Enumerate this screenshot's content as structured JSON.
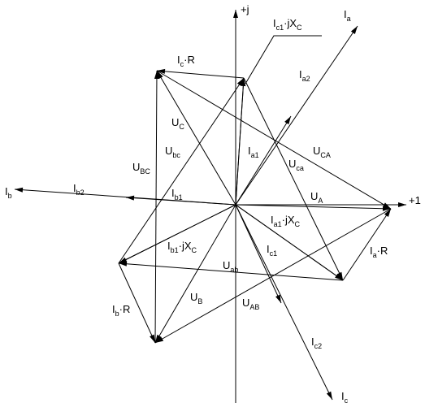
{
  "axes": {
    "real_label": "+1",
    "imag_label": "+j"
  },
  "labels": {
    "Ia": {
      "main": "I",
      "sub": "a"
    },
    "Ia2": {
      "main": "I",
      "sub": "a2"
    },
    "Ia1": {
      "main": "I",
      "sub": "a1"
    },
    "Ib": {
      "main": "I",
      "sub": "b"
    },
    "Ib2": {
      "main": "I",
      "sub": "b2"
    },
    "Ib1": {
      "main": "I",
      "sub": "b1"
    },
    "Ic": {
      "main": "I",
      "sub": "c"
    },
    "Ic2": {
      "main": "I",
      "sub": "c2"
    },
    "Ic1": {
      "main": "I",
      "sub": "c1"
    },
    "UA": {
      "main": "U",
      "sub": "A"
    },
    "UB": {
      "main": "U",
      "sub": "B"
    },
    "UC": {
      "main": "U",
      "sub": "C"
    },
    "UAB": {
      "main": "U",
      "sub": "AB"
    },
    "UBC": {
      "main": "U",
      "sub": "BC"
    },
    "UCA": {
      "main": "U",
      "sub": "CA"
    },
    "Uab": {
      "main": "U",
      "sub": "ab"
    },
    "Ubc": {
      "main": "U",
      "sub": "bc"
    },
    "Uca": {
      "main": "U",
      "sub": "ca"
    },
    "IcR": {
      "main": "I",
      "sub": "c",
      "tail": "·R"
    },
    "IaR": {
      "main": "I",
      "sub": "a",
      "tail": "·R"
    },
    "IbR": {
      "main": "I",
      "sub": "b",
      "tail": "·R"
    },
    "Ic1jXc": {
      "main": "I",
      "sub": "c1",
      "tail": "·jX",
      "sub2": "C"
    },
    "Ia1jXc": {
      "main": "I",
      "sub": "a1",
      "tail": "·jX",
      "sub2": "C"
    },
    "Ib1jXc": {
      "main": "I",
      "sub": "b1",
      "tail": "·jX",
      "sub2": "C"
    }
  }
}
